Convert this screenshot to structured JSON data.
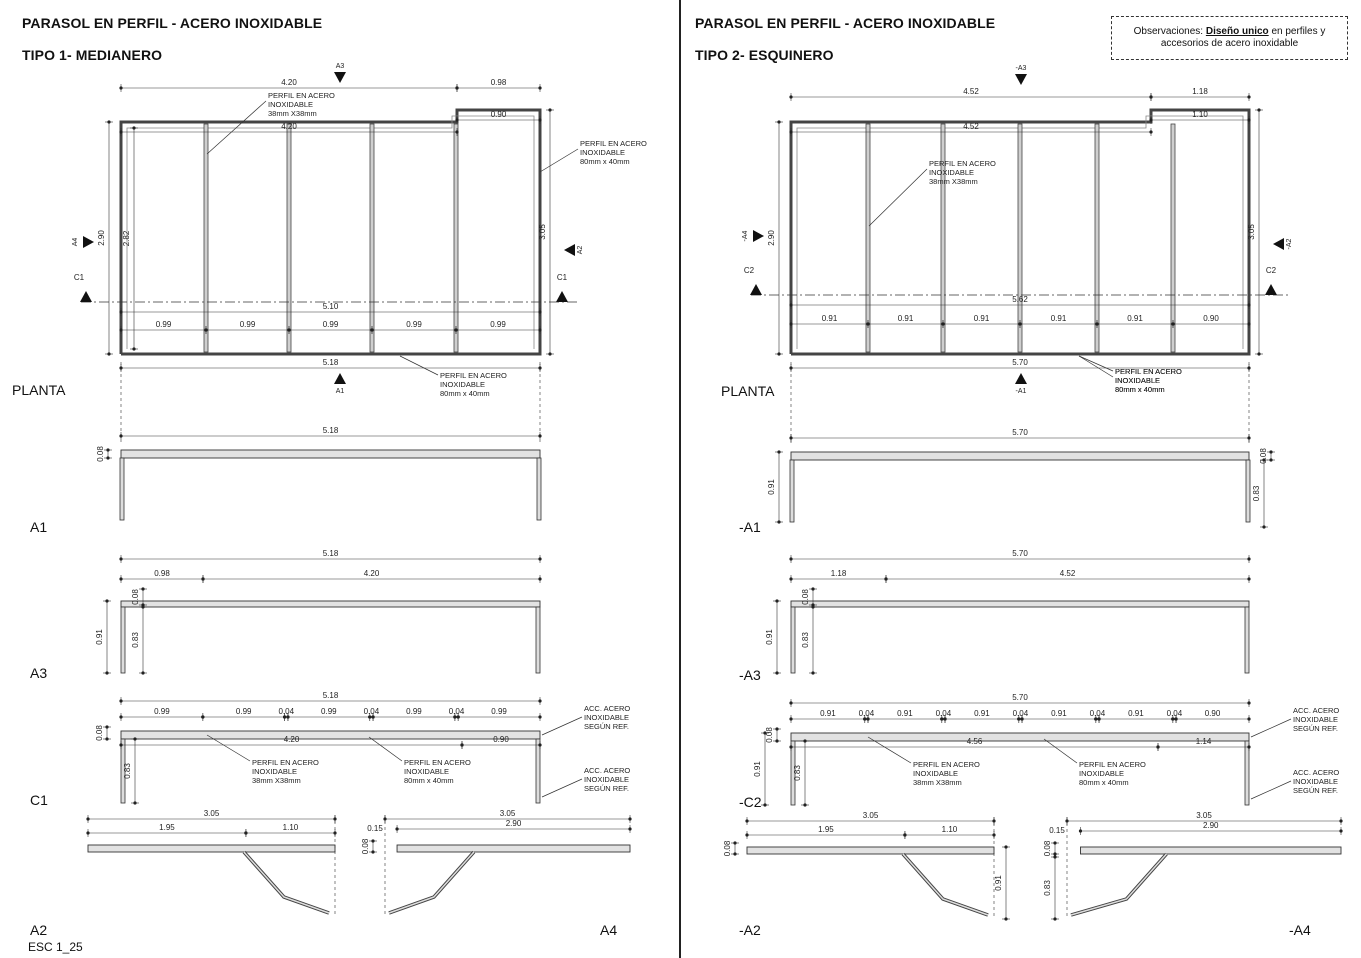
{
  "observations": {
    "prefix": "Observaciones:",
    "highlight": "Diseño unico",
    "suffix": "en perfiles y accesorios de acero inoxidable"
  },
  "scale_note": "ESC 1_25",
  "panels": [
    {
      "title": "PARASOL EN PERFIL - ACERO INOXIDABLE",
      "subtitle": "TIPO 1- MEDIANERO",
      "plan_label": "PLANTA",
      "views": [
        "A1",
        "A3",
        "C1",
        "A2",
        "A4"
      ],
      "cut_marks": {
        "top": "A3",
        "bottom": "A1",
        "left": "A4",
        "right": "A2",
        "section": "C1"
      },
      "notes": {
        "profile_small": [
          "PERFIL EN ACERO",
          "INOXIDABLE",
          "38mm X38mm"
        ],
        "profile_large": [
          "PERFIL EN ACERO",
          "INOXIDABLE",
          "80mm x 40mm"
        ],
        "accessory": [
          "ACC. ACERO",
          "INOXIDABLE",
          "SEGÚN REF."
        ]
      },
      "plan_dims": {
        "top_left": "4.20",
        "top_right": "0.98",
        "inner_left": "4.20",
        "inner_right": "0.90",
        "left_outer": "2.90",
        "left_inner": "2.82",
        "right": "3.05",
        "section_total": "5.10",
        "spacings": [
          "0.99",
          "0.99",
          "0.99",
          "0.99",
          "0.99"
        ],
        "bottom_total": "5.18"
      },
      "a1_dims": {
        "total": "5.18",
        "height": "0.08"
      },
      "a3_dims": {
        "total": "5.18",
        "left": "0.98",
        "right": "4.20",
        "top": "0.08",
        "side": "0.91",
        "leg": "0.83"
      },
      "c1_dims": {
        "total": "5.18",
        "spacings": [
          "0.99",
          "0.99",
          "0.04",
          "0.99",
          "0.04",
          "0.99",
          "0.04",
          "0.99"
        ],
        "lower_left": "4.20",
        "lower_right": "0.90",
        "top": "0.08",
        "leg": "0.83"
      },
      "a2_dims": {
        "total": "3.05",
        "left": "1.95",
        "right": "1.10"
      },
      "a4_dims": {
        "total": "3.05",
        "part": "2.90",
        "offset": "0.15",
        "height": "0.08"
      }
    },
    {
      "title": "PARASOL EN PERFIL - ACERO INOXIDABLE",
      "subtitle": "TIPO 2- ESQUINERO",
      "plan_label": "PLANTA",
      "views": [
        "-A1",
        "-A3",
        "-C2",
        "-A2",
        "-A4"
      ],
      "cut_marks": {
        "top": "-A3",
        "bottom": "-A1",
        "left": "-A4",
        "right": "-A2",
        "section": "C2"
      },
      "notes": {
        "profile_small": [
          "PERFIL EN ACERO",
          "INOXIDABLE",
          "38mm X38mm"
        ],
        "profile_large": [
          "PERFIL EN ACERO",
          "INOXIDABLE",
          "80mm x 40mm"
        ],
        "accessory": [
          "ACC. ACERO",
          "INOXIDABLE",
          "SEGÚN REF."
        ]
      },
      "plan_dims": {
        "top_left": "4.52",
        "top_right": "1.18",
        "inner_left": "4.52",
        "inner_right": "1.10",
        "left_outer": "2.90",
        "right": "3.05",
        "section_total": "5.62",
        "spacings": [
          "0.91",
          "0.91",
          "0.91",
          "0.91",
          "0.91",
          "0.90"
        ],
        "bottom_total": "5.70"
      },
      "a1_dims": {
        "total": "5.70",
        "height": "0.08",
        "side": "0.91",
        "leg": "0.83"
      },
      "a3_dims": {
        "total": "5.70",
        "left": "1.18",
        "right": "4.52",
        "top": "0.08",
        "side": "0.91",
        "leg": "0.83"
      },
      "c1_dims": {
        "total": "5.70",
        "spacings": [
          "0.91",
          "0.04",
          "0.91",
          "0.04",
          "0.91",
          "0.04",
          "0.91",
          "0.04",
          "0.91",
          "0.04",
          "0.90"
        ],
        "lower_left": "4.56",
        "lower_right": "1.14",
        "top": "0.08",
        "side": "0.91",
        "leg": "0.83"
      },
      "a2_dims": {
        "total": "3.05",
        "left": "1.95",
        "right": "1.10",
        "height": "0.08",
        "side": "0.91"
      },
      "a4_dims": {
        "total": "3.05",
        "part": "2.90",
        "offset": "0.15",
        "height": "0.08",
        "leg": "0.83"
      }
    }
  ]
}
